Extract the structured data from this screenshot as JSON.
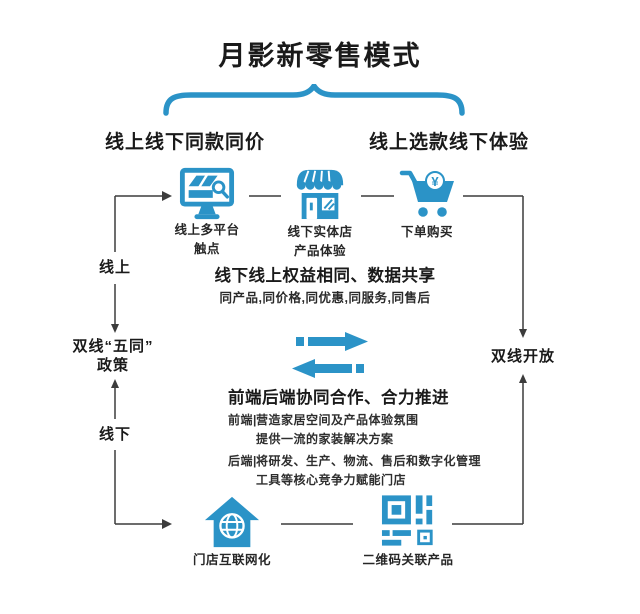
{
  "colors": {
    "accent": "#2b93c7",
    "text": "#1f1f1f",
    "line": "#3c3c3c"
  },
  "title": "月影新零售模式",
  "headers": {
    "left": "线上线下同款同价",
    "right": "线上选款线下体验"
  },
  "top_flow": {
    "online_platform": {
      "line1": "线上多平台",
      "line2": "触点"
    },
    "offline_store": {
      "line1": "线下实体店",
      "line2": "产品体验"
    },
    "purchase": {
      "line1": "下单购买",
      "symbol": "¥"
    }
  },
  "left_rail": {
    "top": "线上",
    "mid1": "双线“五同”",
    "mid2": "政策",
    "bottom": "线下"
  },
  "right_rail": {
    "mid": "双线开放"
  },
  "benefits": {
    "heading": "线下线上权益相同、数据共享",
    "detail": "同产品,同价格,同优惠,同服务,同售后"
  },
  "synergy": {
    "heading": "前端后端协同合作、合力推进",
    "front_label": "前端|",
    "front_line1": "营造家居空间及产品体验氛围",
    "front_line2": "提供一流的家装解决方案",
    "back_label": "后端|",
    "back_line1": "将研发、生产、物流、售后和数字化管理",
    "back_line2": "工具等核心竞争力赋能门店"
  },
  "bottom_flow": {
    "store_network": {
      "label": "门店互联网化"
    },
    "qr_link": {
      "label": "二维码关联产品"
    }
  }
}
